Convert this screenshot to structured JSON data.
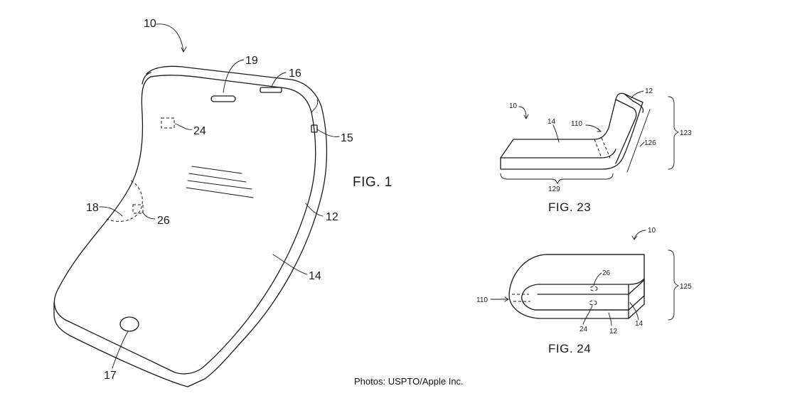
{
  "fig1": {
    "caption": "FIG. 1",
    "refs": {
      "r10": "10",
      "r19": "19",
      "r16": "16",
      "r24": "24",
      "r15": "15",
      "r18": "18",
      "r26": "26",
      "r12": "12",
      "r14": "14",
      "r17": "17"
    }
  },
  "fig23": {
    "caption": "FIG. 23",
    "refs": {
      "r10": "10",
      "r12": "12",
      "r14": "14",
      "r110": "110",
      "r126": "126",
      "r123": "123",
      "r129": "129"
    }
  },
  "fig24": {
    "caption": "FIG. 24",
    "refs": {
      "r10": "10",
      "r26": "26",
      "r110": "110",
      "r125": "125",
      "r24": "24",
      "r12": "12",
      "r14": "14"
    }
  },
  "credit": "Photos: USPTO/Apple Inc."
}
